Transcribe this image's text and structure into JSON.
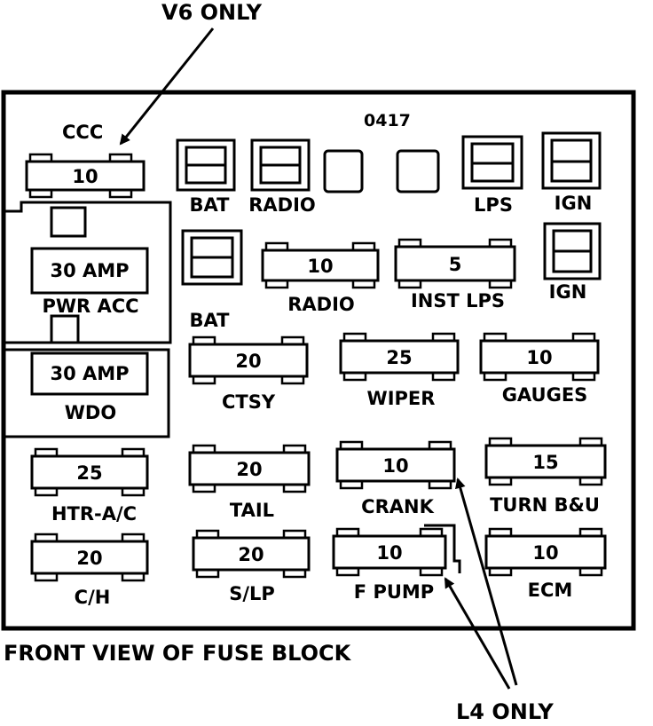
{
  "callouts": {
    "v6_only": "V6 ONLY",
    "l4_only": "L4 ONLY",
    "caption": "FRONT VIEW OF FUSE BLOCK"
  },
  "block": {
    "code": "0417",
    "ccc_label": "CCC"
  },
  "fuses": {
    "ccc": {
      "value": "10"
    },
    "radio": {
      "value": "10",
      "label": "RADIO"
    },
    "inst_lps": {
      "value": "5",
      "label": "INST LPS"
    },
    "ctsy": {
      "value": "20",
      "label": "CTSY"
    },
    "wiper": {
      "value": "25",
      "label": "WIPER"
    },
    "gauges": {
      "value": "10",
      "label": "GAUGES"
    },
    "htr_ac": {
      "value": "25",
      "label": "HTR-A/C"
    },
    "tail": {
      "value": "20",
      "label": "TAIL"
    },
    "crank": {
      "value": "10",
      "label": "CRANK"
    },
    "turn_bu": {
      "value": "15",
      "label": "TURN B&U"
    },
    "ch": {
      "value": "20",
      "label": "C/H"
    },
    "slp": {
      "value": "20",
      "label": "S/LP"
    },
    "f_pump": {
      "value": "10",
      "label": "F PUMP"
    },
    "ecm": {
      "value": "10",
      "label": "ECM"
    }
  },
  "breakers": {
    "pwr_acc": {
      "value": "30 AMP",
      "label": "PWR ACC"
    },
    "wdo": {
      "value": "30 AMP",
      "label": "WDO"
    }
  },
  "connectors": {
    "bat_top": "BAT",
    "radio_top": "RADIO",
    "lps": "LPS",
    "ign_top": "IGN",
    "ign_right": "IGN",
    "bat_mid": "BAT"
  }
}
